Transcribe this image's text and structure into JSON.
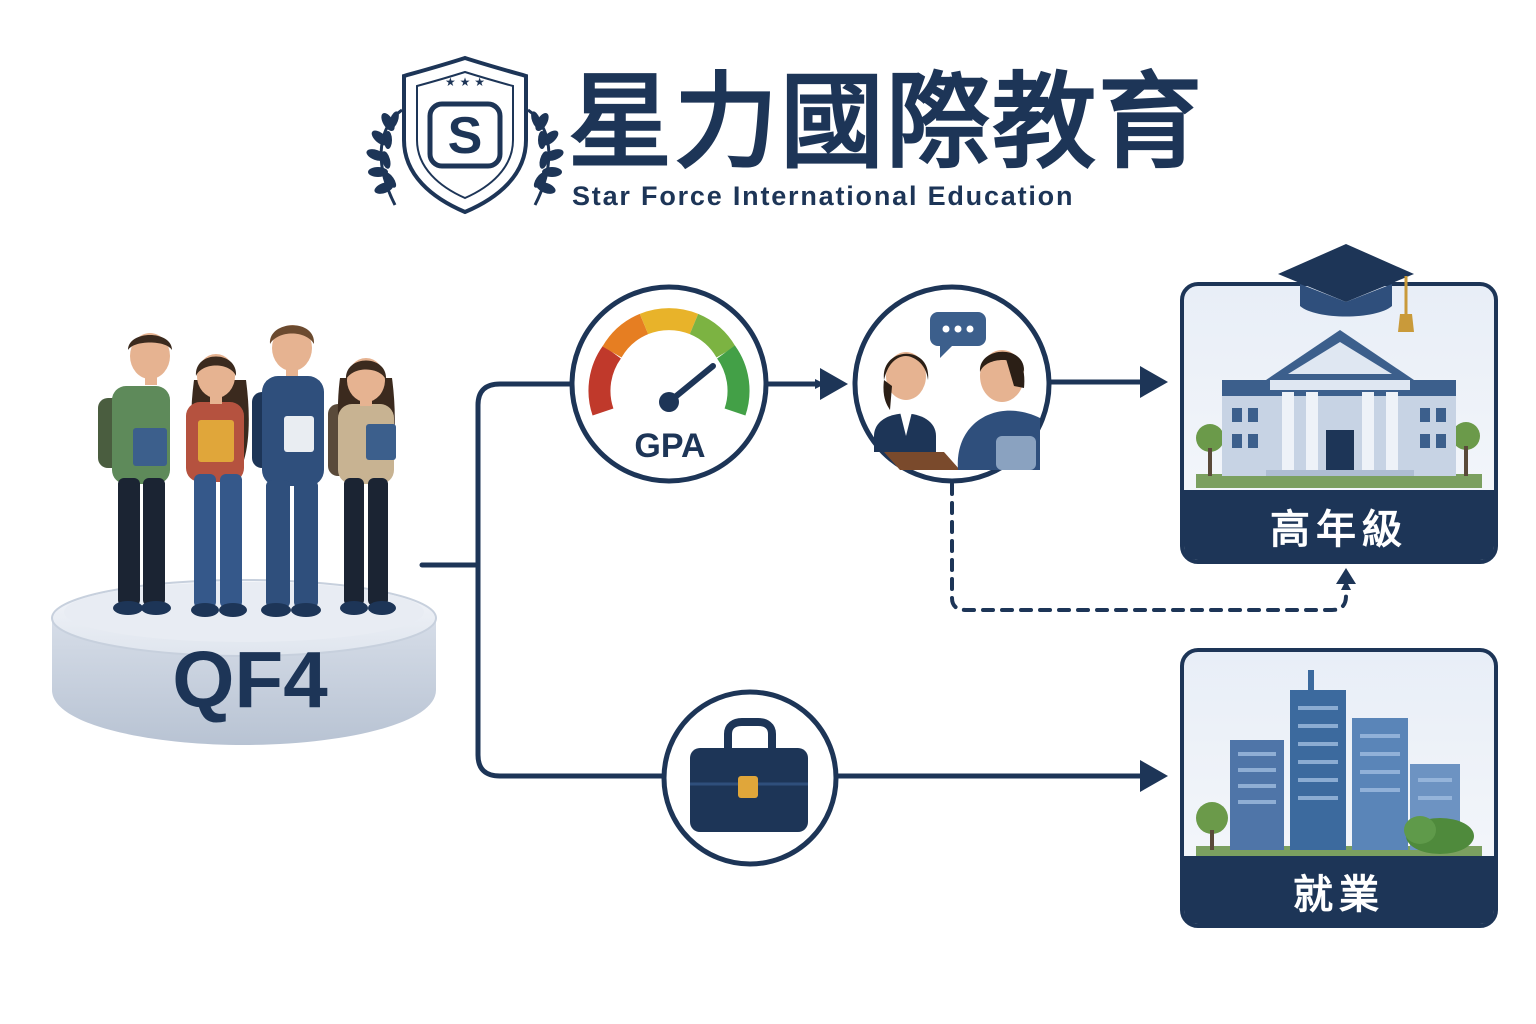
{
  "brand": {
    "name_cn": "星力國際教育",
    "name_en": "Star Force International Education",
    "logo_letter": "S"
  },
  "start": {
    "label": "QF4"
  },
  "steps": {
    "gpa": {
      "label": "GPA",
      "icon": "gauge-icon"
    },
    "interview": {
      "icon": "interview-icon"
    },
    "job": {
      "icon": "briefcase-icon"
    }
  },
  "outcomes": {
    "senior": {
      "label": "高年級",
      "icon": "university-icon"
    },
    "employment": {
      "label": "就業",
      "icon": "city-icon"
    }
  },
  "colors": {
    "navy": "#1d3557",
    "gauge_red": "#c0392b",
    "gauge_orange": "#e67e22",
    "gauge_yellow": "#e8b32a",
    "gauge_green": "#7cb342"
  }
}
